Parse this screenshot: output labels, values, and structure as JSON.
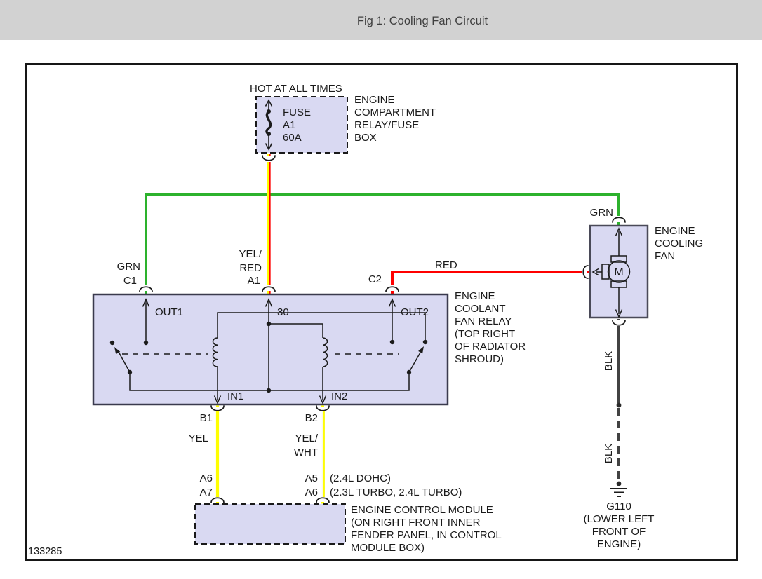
{
  "title": "Fig 1: Cooling Fan Circuit",
  "figure_number": "133285",
  "colors": {
    "titlebar_bg": "#d2d2d2",
    "box_fill": "#d9d9f2",
    "wire_green": "#2db22d",
    "wire_yellow": "#ffff00",
    "wire_red": "#ff0000",
    "wire_black": "#424242"
  },
  "power_label": "HOT AT ALL TIMES",
  "fuse": {
    "lines": [
      "FUSE",
      "A1",
      "60A"
    ]
  },
  "fuse_box_label": {
    "lines": [
      "ENGINE",
      "COMPARTMENT",
      "RELAY/FUSE",
      "BOX"
    ]
  },
  "relay": {
    "out1": "OUT1",
    "t30": "30",
    "out2": "OUT2",
    "in1": "IN1",
    "in2": "IN2",
    "label_lines": [
      "ENGINE",
      "COOLANT",
      "FAN RELAY",
      "(TOP RIGHT",
      "OF RADIATOR",
      "SHROUD)"
    ]
  },
  "fan": {
    "motor": "M",
    "label_lines": [
      "ENGINE",
      "COOLING",
      "FAN"
    ]
  },
  "ecm": {
    "label_lines": [
      "ENGINE CONTROL MODULE",
      "(ON RIGHT FRONT INNER",
      "FENDER PANEL, IN CONTROL",
      "MODULE BOX)"
    ]
  },
  "ground": {
    "name": "G110",
    "label_lines": [
      "(LOWER LEFT",
      "FRONT OF",
      "ENGINE)"
    ]
  },
  "wires": {
    "grn_left": "GRN",
    "grn_right": "GRN",
    "yel_red_lines": [
      "YEL/",
      "RED"
    ],
    "red": "RED",
    "yel": "YEL",
    "yel_wht_lines": [
      "YEL/",
      "WHT"
    ],
    "blk_upper": "BLK",
    "blk_lower": "BLK"
  },
  "pins": {
    "c1": "C1",
    "a1": "A1",
    "c2": "C2",
    "b1": "B1",
    "b2": "B2",
    "left_pins": [
      "A6",
      "A7"
    ],
    "right_pins": [
      "A5",
      "A6"
    ],
    "pin_notes": [
      "(2.4L DOHC)",
      "(2.3L TURBO, 2.4L TURBO)"
    ]
  }
}
